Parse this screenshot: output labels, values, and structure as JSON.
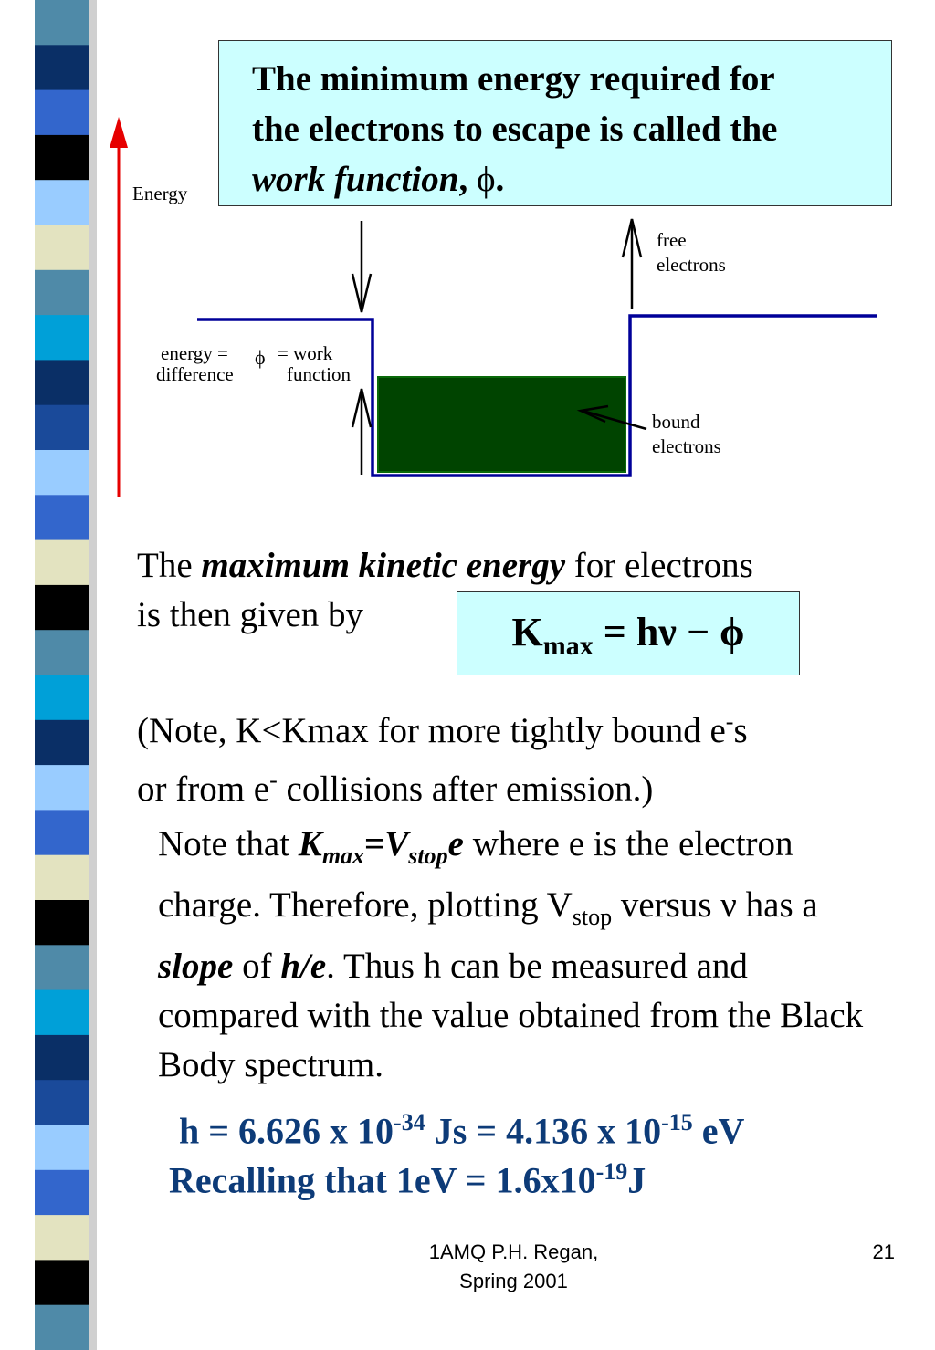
{
  "stripe": {
    "colors": [
      "#4f8aa8",
      "#0a2f66",
      "#3366cc",
      "#000000",
      "#99ccff",
      "#e3e3c0",
      "#00a0d8",
      "#1a4a9a"
    ]
  },
  "box": {
    "line1": "The minimum energy required for",
    "line2": "the electrons to escape is called the",
    "term": "work function",
    "comma": ",",
    "symbol": "ϕ",
    "period": "."
  },
  "diagram": {
    "energy_label": "Energy",
    "free_1": "free",
    "free_2": "electrons",
    "bound_1": "bound",
    "bound_2": "electrons",
    "ed_1": "energy =",
    "ed_2": "difference",
    "phi": "ϕ",
    "wf_1": "= work",
    "wf_2": "function",
    "colors": {
      "arrow_red": "#e60000",
      "level_blue": "#000099",
      "well_green": "#004400"
    }
  },
  "para1": {
    "the": "The",
    "emph": "maximum kinetic energy",
    "rest": "for electrons",
    "line2": "is  then given by"
  },
  "formula": {
    "k": "K",
    "sub": "max",
    "rest": " = hν − ϕ"
  },
  "note1": {
    "a": "(Note, K<Kmax for more tightly bound e",
    "sup1": "-",
    "b": "s",
    "c": "or from e",
    "sup2": "-",
    "d": " collisions after emission.)"
  },
  "note2": {
    "a": "Note that ",
    "k": "K",
    "ksub": "max",
    "eq": "=",
    "v": "V",
    "vsub": "stop",
    "e": "e",
    "b": " where e is the electron charge. Therefore, plotting V",
    "stop": "stop",
    "c": " versus ν  has a ",
    "slope": "slope",
    "d": " of ",
    "he": "h/e",
    "f": ". Thus h can be measured and compared with the value obtained from the Black Body spectrum."
  },
  "constants": {
    "h1": "h = 6.626 x 10",
    "exp1": "-34",
    "h2": " Js = 4.136 x 10",
    "exp2": "-15",
    "h3": " eV",
    "r1": "Recalling that 1eV = 1.6x10",
    "exp3": "-19",
    "r2": "J"
  },
  "footer": {
    "line1": "1AMQ P.H. Regan,",
    "line2": "Spring 2001",
    "page": "21"
  }
}
